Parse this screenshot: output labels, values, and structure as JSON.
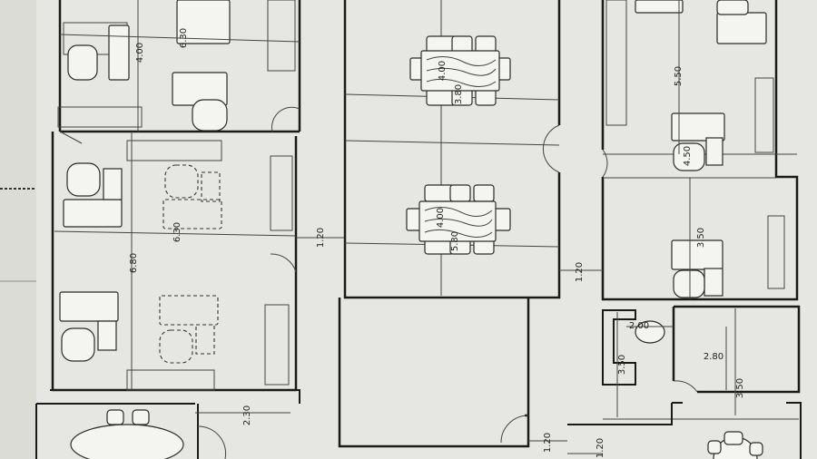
{
  "drawing": {
    "title": "",
    "dimensions": {
      "d1": "4.00",
      "d2": "6.30",
      "d3": "6.80",
      "d4": "6.30",
      "d5": "2.30",
      "d6": "1.20",
      "d7": "4.00",
      "d8": "3.80",
      "d9": "4.00",
      "d10": "5.80",
      "d11": "1.20",
      "d12": "1.20",
      "d13": "1.20",
      "d14": "5.50",
      "d15": "4.50",
      "d16": "3.50",
      "d17": "2.00",
      "d18": "3.50",
      "d19": "2.80",
      "d20": "3.50"
    }
  }
}
